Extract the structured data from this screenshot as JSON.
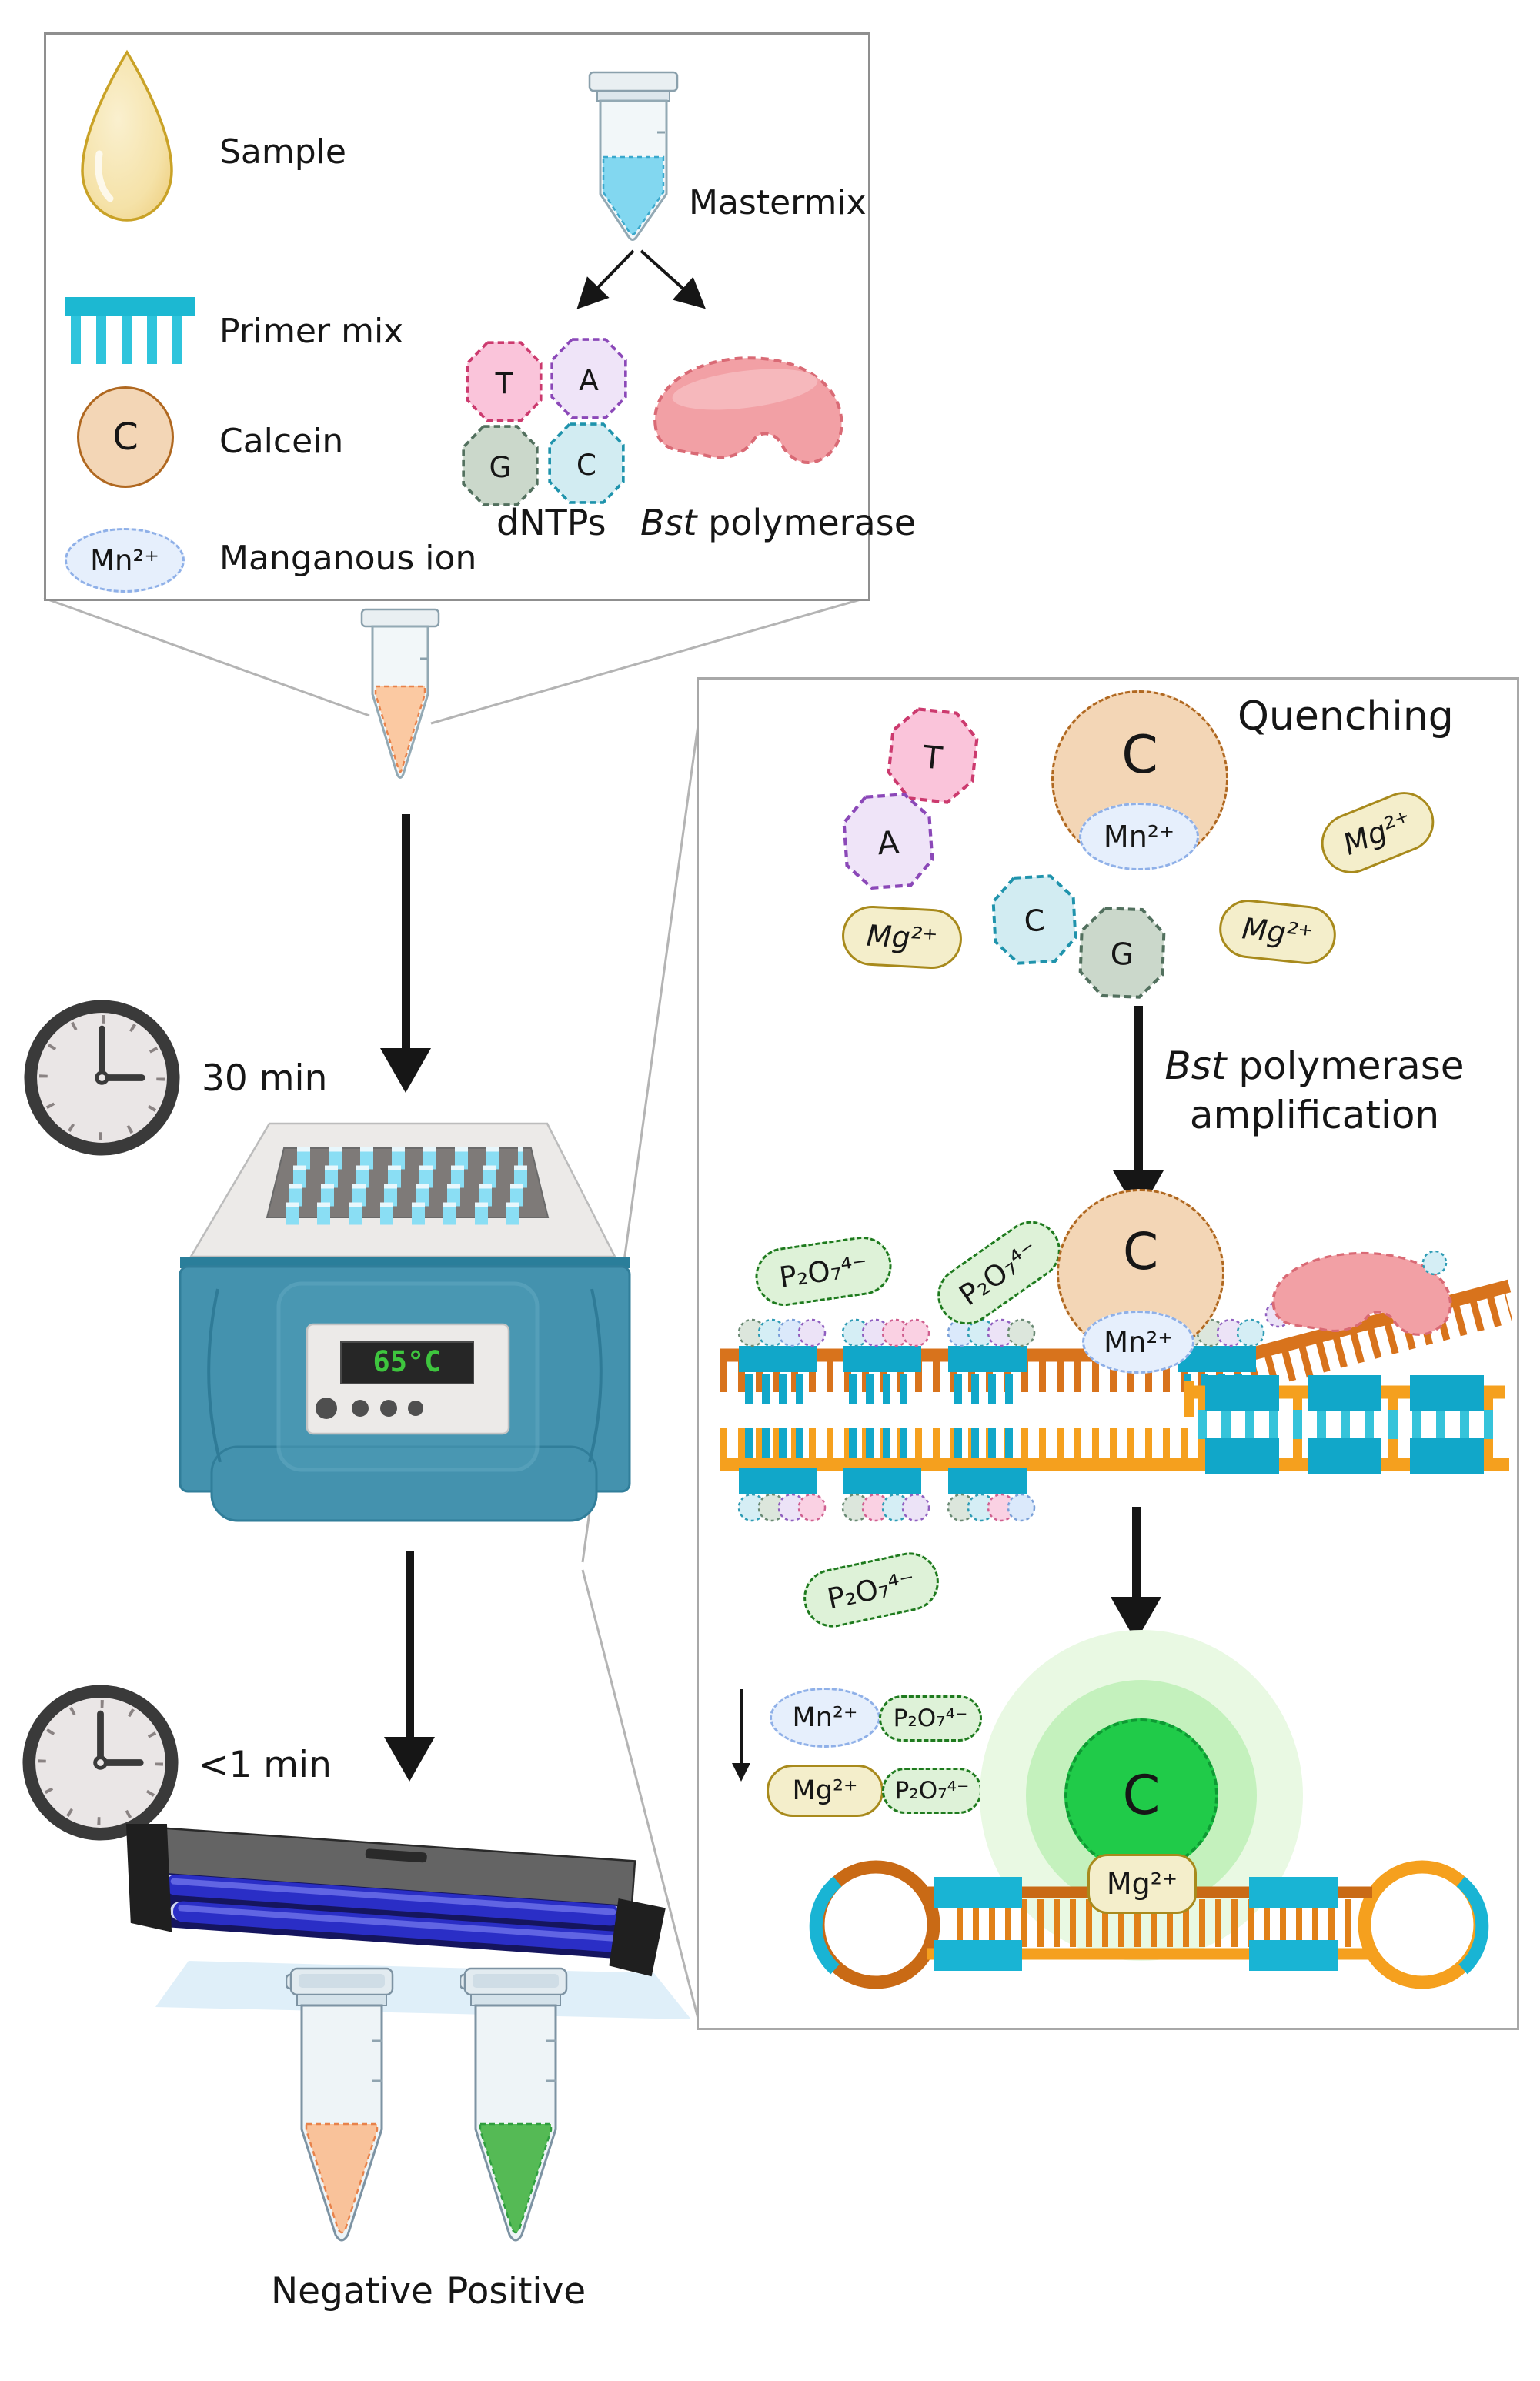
{
  "colors": {
    "negative_liquid": "#f9c29a",
    "positive_liquid": "#55ba55",
    "display_text_green": "#3ec53e",
    "heat_block_teal": "#4492ae",
    "uv_tube_blue": "#2a2ec6",
    "primer_teal": "#11a7c9",
    "strand_dark_orange": "#d8731c",
    "strand_amber": "#f5a01e",
    "fluorescent_green": "#20cb49"
  },
  "legend": {
    "items": [
      {
        "label": "Sample"
      },
      {
        "label": "Primer mix"
      },
      {
        "label": "Calcein",
        "symbol": "C"
      },
      {
        "label": "Manganous ion",
        "symbol": "Mn²⁺"
      }
    ],
    "mastermix_label": "Mastermix",
    "dntps_label": "dNTPs",
    "dntp_letters": [
      "T",
      "A",
      "G",
      "C"
    ],
    "bst_italic": "Bst",
    "bst_rest": " polymerase"
  },
  "workflow": {
    "incubation_time": "30 min",
    "temperature_display": "65°C",
    "readout_time": "<1 min",
    "negative_label": "Negative",
    "positive_label": "Positive"
  },
  "panel": {
    "quenching": {
      "title": "Quenching",
      "nucleotides": [
        "T",
        "A",
        "C",
        "G"
      ],
      "calcein_symbol": "C",
      "mn_ion": "Mn²⁺",
      "mg_ion": "Mg²⁺"
    },
    "amplification": {
      "step_italic": "Bst",
      "step_rest": " polymerase",
      "step_line2": "amplification",
      "pyrophosphate": "P₂O₇⁴⁻",
      "calcein_symbol": "C",
      "mn_ion": "Mn²⁺"
    },
    "fluorescence": {
      "mn_ion": "Mn²⁺",
      "mg_ion": "Mg²⁺",
      "pyrophosphate": "P₂O₇⁴⁻",
      "calcein_symbol": "C",
      "mg_bound": "Mg²⁺"
    }
  }
}
